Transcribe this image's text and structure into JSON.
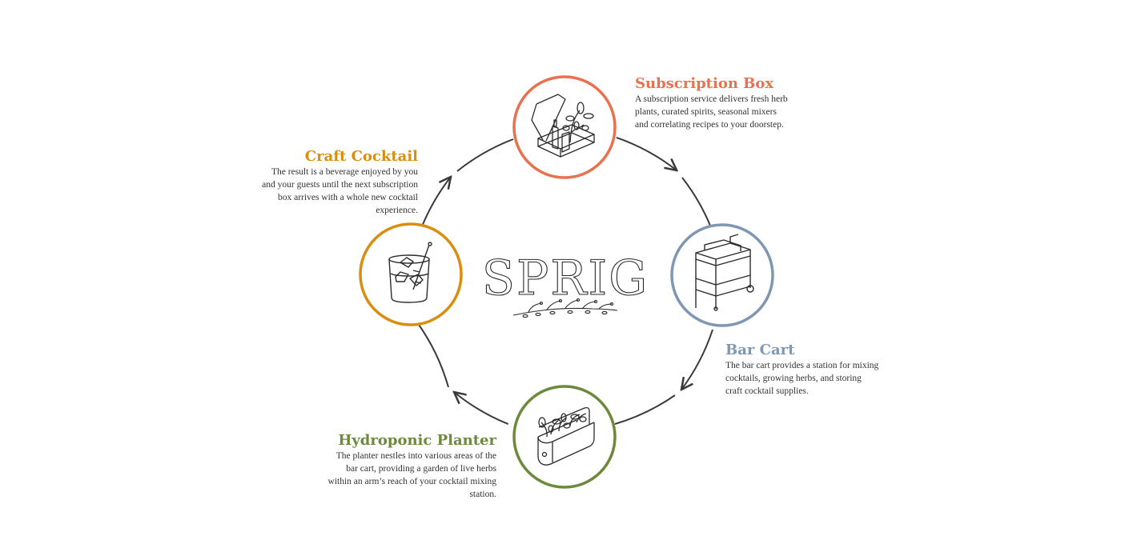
{
  "brand": {
    "name": "SPRIG"
  },
  "colors": {
    "subscription": "#e8714f",
    "bar_cart": "#7f97b3",
    "planter": "#6d8a3c",
    "cocktail": "#d98e0f",
    "cycle_line": "#3a3a3a",
    "icon_stroke": "#2b2b2b"
  },
  "nodes": [
    {
      "id": "subscription",
      "title": "Subscription Box",
      "description": "A subscription service delivers fresh herb plants, curated spirits, seasonal mixers and correlating recipes to your doorstep.",
      "icon": "subscription-box-icon"
    },
    {
      "id": "bar_cart",
      "title": "Bar Cart",
      "description": "The bar cart provides a station for mixing cocktails, growing herbs, and storing craft cocktail supplies.",
      "icon": "bar-cart-icon"
    },
    {
      "id": "planter",
      "title": "Hydroponic Planter",
      "description": "The planter nestles into various areas of the bar cart, providing a garden of live herbs within an arm’s reach of your cocktail mixing station.",
      "icon": "hydroponic-planter-icon"
    },
    {
      "id": "cocktail",
      "title": "Craft Cocktail",
      "description": "The result is a beverage enjoyed by you and your guests until the next subscription box arrives with a whole new cocktail experience.",
      "icon": "cocktail-glass-icon"
    }
  ]
}
